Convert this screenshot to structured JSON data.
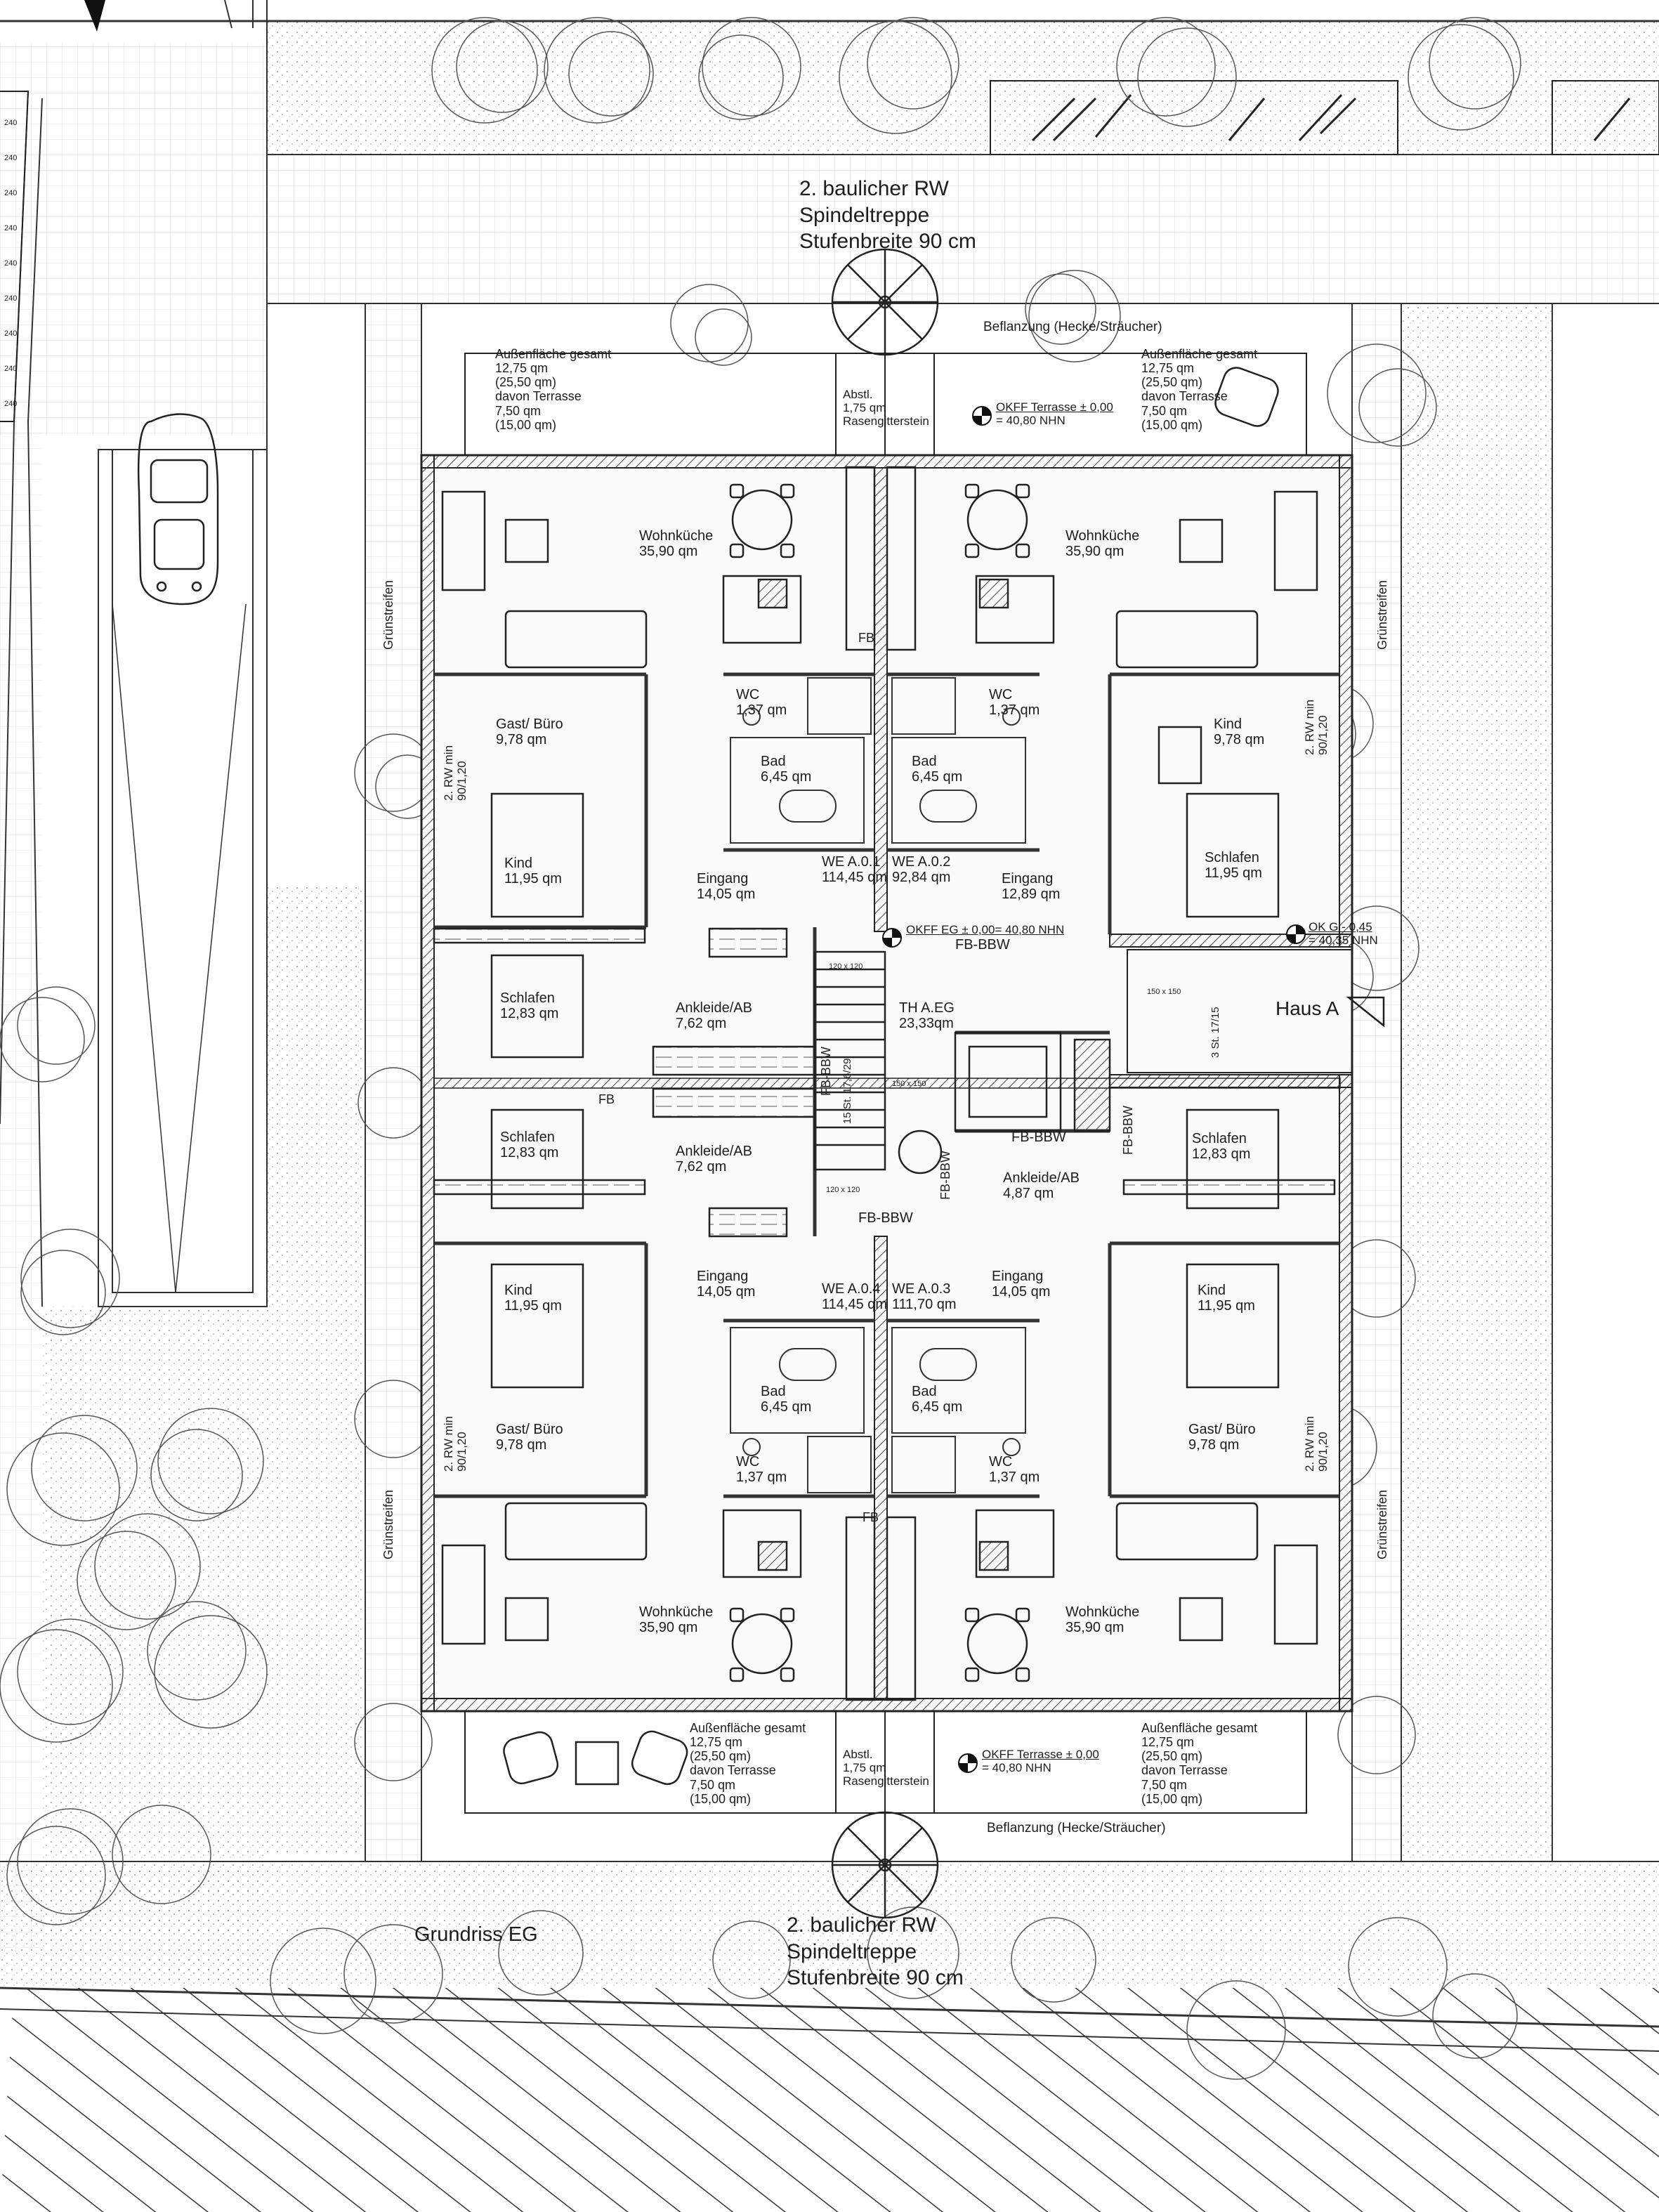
{
  "plan_title": "Grundriss EG",
  "house_label": "Haus A",
  "stair_note_top": [
    "2. baulicher RW",
    "Spindeltreppe",
    "Stufenbreite 90 cm"
  ],
  "stair_note_bottom": [
    "2. baulicher RW",
    "Spindeltreppe",
    "Stufenbreite 90 cm"
  ],
  "planting_top": "Beflanzung (Hecke/Sträucher)",
  "planting_bottom": "Beflanzung (Hecke/Sträucher)",
  "green_strip": "Grünstreifen",
  "levels": {
    "terrace_top": [
      "OKFF Terrasse ± 0,00",
      "= 40,80 NHN"
    ],
    "terrace_bottom": [
      "OKFF Terrasse ± 0,00",
      "= 40,80 NHN"
    ],
    "eg": "OKFF EG ± 0,00= 40,80 NHN",
    "ground": [
      "OK G - 0,45",
      "= 40,35 NHN"
    ]
  },
  "outdoor": {
    "tl": [
      "Außenfläche gesamt",
      "12,75 qm",
      "(25,50 qm)",
      "davon Terrasse",
      "7,50 qm",
      "(15,00 qm)"
    ],
    "tr": [
      "Außenfläche gesamt",
      "12,75 qm",
      "(25,50 qm)",
      "davon Terrasse",
      "7,50 qm",
      "(15,00 qm)"
    ],
    "bl": [
      "Außenfläche gesamt",
      "12,75 qm",
      "(25,50 qm)",
      "davon Terrasse",
      "7,50 qm",
      "(15,00 qm)"
    ],
    "br": [
      "Außenfläche gesamt",
      "12,75 qm",
      "(25,50 qm)",
      "davon Terrasse",
      "7,50 qm",
      "(15,00 qm)"
    ],
    "abstell_top": [
      "Abstl.",
      "1,75 qm",
      "Rasengitterstein"
    ],
    "abstell_bottom": [
      "Abstl.",
      "1,75 qm",
      "Rasengitterstein"
    ]
  },
  "rooms": {
    "wk_tl": [
      "Wohnküche",
      "35,90 qm"
    ],
    "wk_tr": [
      "Wohnküche",
      "35,90 qm"
    ],
    "wk_bl": [
      "Wohnküche",
      "35,90 qm"
    ],
    "wk_br": [
      "Wohnküche",
      "35,90 qm"
    ],
    "gast_tl": [
      "Gast/ Büro",
      "9,78 qm"
    ],
    "kind_tr": [
      "Kind",
      "9,78 qm"
    ],
    "gast_bl": [
      "Gast/ Büro",
      "9,78 qm"
    ],
    "gast_br": [
      "Gast/ Büro",
      "9,78 qm"
    ],
    "bad_1": [
      "Bad",
      "6,45 qm"
    ],
    "bad_2": [
      "Bad",
      "6,45 qm"
    ],
    "bad_3": [
      "Bad",
      "6,45 qm"
    ],
    "bad_4": [
      "Bad",
      "6,45 qm"
    ],
    "wc_1": [
      "WC",
      "1,37 qm"
    ],
    "wc_2": [
      "WC",
      "1,37 qm"
    ],
    "wc_3": [
      "WC",
      "1,37 qm"
    ],
    "wc_4": [
      "WC",
      "1,37 qm"
    ],
    "kind_tl": [
      "Kind",
      "11,95 qm"
    ],
    "schlafen_tr": [
      "Schlafen",
      "11,95 qm"
    ],
    "kind_bl": [
      "Kind",
      "11,95 qm"
    ],
    "kind_br": [
      "Kind",
      "11,95 qm"
    ],
    "eing_1": [
      "Eingang",
      "14,05 qm"
    ],
    "eing_2": [
      "Eingang",
      "12,89 qm"
    ],
    "eing_3": [
      "Eingang",
      "14,05 qm"
    ],
    "eing_4": [
      "Eingang",
      "14,05 qm"
    ],
    "schlafen_l1": [
      "Schlafen",
      "12,83 qm"
    ],
    "schlafen_l2": [
      "Schlafen",
      "12,83 qm"
    ],
    "schlafen_r": [
      "Schlafen",
      "12,83 qm"
    ],
    "ank_1": [
      "Ankleide/AB",
      "7,62 qm"
    ],
    "ank_2": [
      "Ankleide/AB",
      "7,62 qm"
    ],
    "ank_3": [
      "Ankleide/AB",
      "4,87 qm"
    ],
    "th": [
      "TH A.EG",
      "23,33qm"
    ]
  },
  "units": {
    "we1": [
      "WE A.0.1",
      "114,45 qm"
    ],
    "we2": [
      "WE A.0.2",
      "92,84 qm"
    ],
    "we3": [
      "WE A.0.3",
      "111,70 qm"
    ],
    "we4": [
      "WE A.0.4",
      "114,45 qm"
    ]
  },
  "tags": {
    "fb": "FB",
    "fbbbw": "FB-BBW",
    "rw": [
      "2. RW min",
      "90/1,20"
    ],
    "dim_120": "120 x 120",
    "dim_150": "150 x 150",
    "stair_steps": "3 St. 17/15",
    "stair_main": "15 St. 17,6/29"
  },
  "stall_numbers": [
    "240",
    "240",
    "240",
    "240",
    "240",
    "240",
    "240",
    "240",
    "240"
  ]
}
